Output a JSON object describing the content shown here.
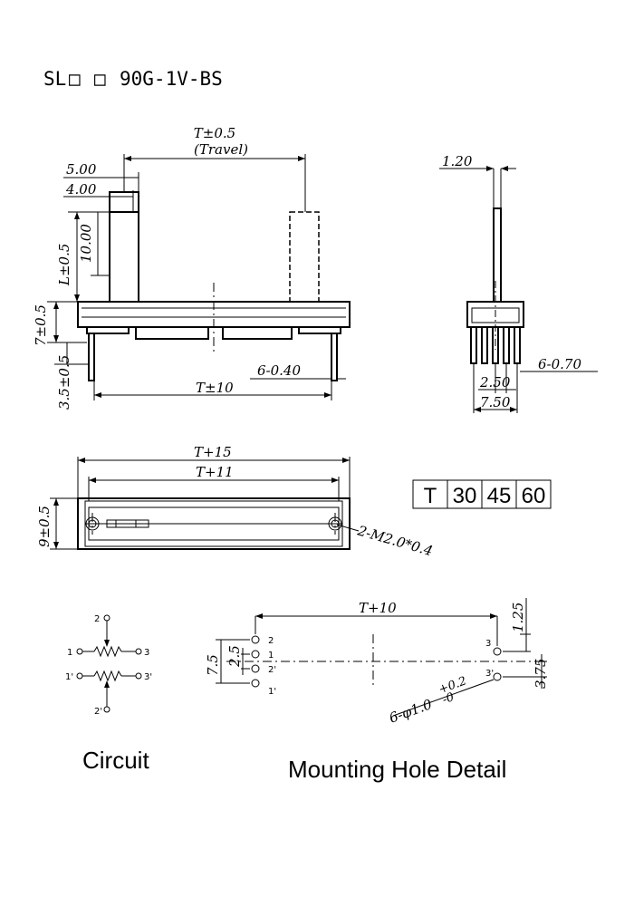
{
  "title": {
    "part_number_prefix": "SL",
    "part_number_box1": "□",
    "part_number_box2": "□",
    "part_number_suffix": "90G-1V-BS"
  },
  "front_view": {
    "travel_dim": "T±0.5",
    "travel_label": "(Travel)",
    "knob_width_outer": "5.00",
    "knob_width_inner": "4.00",
    "lever_length": "L±0.5",
    "lever_height": "10.00",
    "body_height": "7±0.5",
    "pin_length": "3.5±0.5",
    "pin_width": "6-0.40",
    "bottom_length": "T±10"
  },
  "side_view": {
    "lever_thickness": "1.20",
    "pin_thickness": "6-0.70",
    "pin_pitch": "2.50",
    "pin_span": "7.50"
  },
  "top_view": {
    "overall_length": "T+15",
    "hole_span": "T+11",
    "width": "9±0.5",
    "mount_holes": "2-M2.0*0.4"
  },
  "travel_table": {
    "header": "T",
    "values": [
      "30",
      "45",
      "60"
    ]
  },
  "circuit": {
    "pins_top": [
      "2",
      "1",
      "3"
    ],
    "pins_bottom": [
      "1'",
      "3'",
      "2'"
    ],
    "caption": "Circuit"
  },
  "mounting": {
    "span": "T+10",
    "offset_top": "1.25",
    "offset_right": "3.75",
    "pitch_outer": "7.5",
    "pitch_inner": "2.5",
    "hole_spec": "6-φ1.0",
    "hole_tol_plus": "+0.2",
    "hole_tol_minus": "-0",
    "left_pins": [
      "2",
      "1",
      "2'",
      "1'"
    ],
    "right_pins": [
      "3",
      "3'"
    ],
    "caption": "Mounting Hole Detail"
  }
}
